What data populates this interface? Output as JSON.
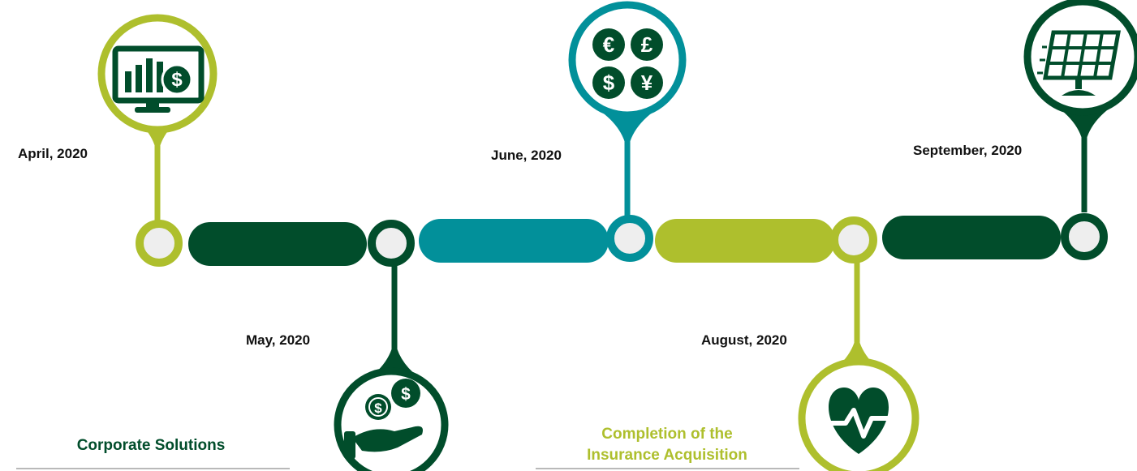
{
  "milestones": [
    {
      "date": "April, 2020",
      "icon": "monitor-chart-dollar-icon",
      "color": "#aebf2d"
    },
    {
      "date": "May, 2020",
      "icon": "hand-coins-icon",
      "color": "#014d2b"
    },
    {
      "date": "June, 2020",
      "icon": "currency-symbols-icon",
      "color": "#02909a"
    },
    {
      "date": "August, 2020",
      "icon": "heart-pulse-icon",
      "color": "#aebf2d"
    },
    {
      "date": "September, 2020",
      "icon": "solar-panel-icon",
      "color": "#014d2b"
    }
  ],
  "bar_colors": [
    "#014d2b",
    "#02909a",
    "#aebf2d",
    "#014d2b"
  ],
  "captions": {
    "corporate": "Corporate Solutions",
    "insurance_line1": "Completion of the",
    "insurance_line2": "Insurance Acquisition"
  },
  "colors": {
    "lime": "#aebf2d",
    "dark_green": "#014d2b",
    "teal": "#02909a",
    "node_fill": "#eeeeee"
  },
  "currency_glyphs": [
    "€",
    "£",
    "$",
    "¥"
  ]
}
